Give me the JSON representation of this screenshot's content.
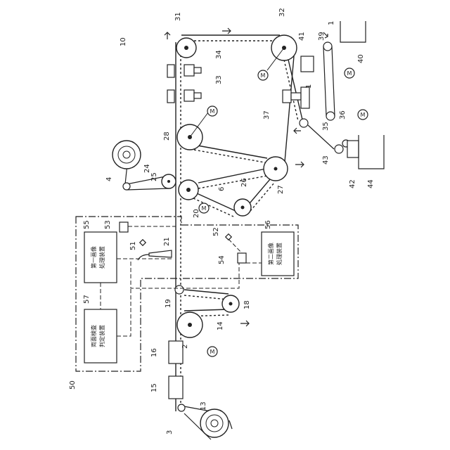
{
  "figure": {
    "reference_numerals": {
      "main": "10",
      "r1": "1",
      "r2": "2",
      "r3": "3",
      "r4": "4",
      "r6": "6",
      "r13": "13",
      "r14": "14",
      "r15": "15",
      "r16": "16",
      "r18": "18",
      "r19": "19",
      "r20": "20",
      "r21": "21",
      "r24": "24",
      "r25": "25",
      "r26": "26",
      "r27": "27",
      "r28": "28",
      "r31": "31",
      "r32": "32",
      "r33": "33",
      "r34": "34",
      "r35": "35",
      "r36": "36",
      "r37": "37",
      "r39": "39",
      "r40": "40",
      "r41": "41",
      "r42": "42",
      "r43": "43",
      "r44": "44",
      "r50": "50",
      "r51": "51",
      "r52": "52",
      "r53": "53",
      "r54": "54",
      "r55": "55",
      "r56": "56",
      "r57": "57"
    },
    "motor_symbol": "M",
    "boxes": {
      "first_image_processor": [
        "第一画像",
        "処理装置"
      ],
      "second_image_processor": [
        "第二画像",
        "処理装置"
      ],
      "double_side_judge": [
        "両面検査",
        "判定装置"
      ]
    }
  }
}
